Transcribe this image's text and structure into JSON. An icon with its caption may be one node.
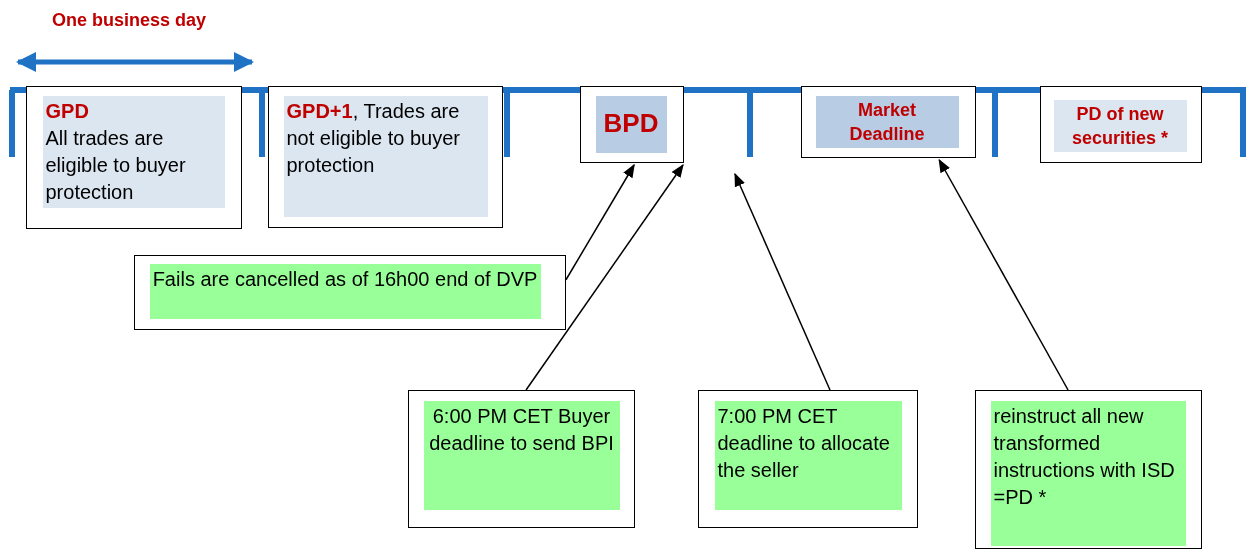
{
  "diagram": {
    "nodes": [
      {
        "text": [
          "GPD",
          "All trades are eligible to buyer protection"
        ]
      },
      {
        "text": [
          "**GPD+1**, Trades are not eligible to buyer protection"
        ]
      },
      {
        "text": [
          "BPD"
        ]
      },
      {
        "text": [
          "Market Deadline"
        ]
      },
      {
        "text": [
          "PD of new securities *"
        ]
      },
      {
        "text": [
          "Fails are cancelled as of 16h00 end of DVP"
        ]
      },
      {
        "text": [
          "6:00 PM CET Buyer deadline to send BPI"
        ]
      },
      {
        "text": [
          "7:00 PM CET deadline to allocate the seller"
        ]
      },
      {
        "text": [
          "reinstruct all new transformed instructions with ISD =PD *"
        ]
      }
    ],
    "edges": [
      {
        "from": 5,
        "to": 2,
        "arrow": "to"
      },
      {
        "from": 6,
        "to": 2,
        "arrow": "to"
      },
      {
        "from": 7,
        "to": null,
        "arrow": "to"
      },
      {
        "from": 8,
        "to": 3,
        "arrow": "to"
      }
    ],
    "labels": [
      "One business day"
    ]
  }
}
